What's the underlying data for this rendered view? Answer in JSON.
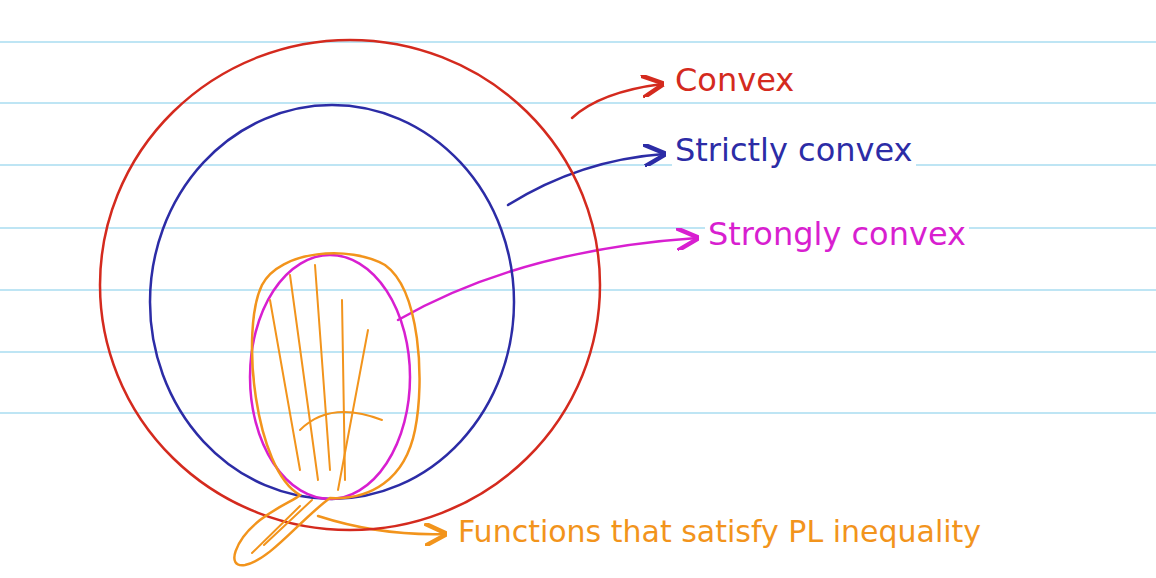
{
  "diagram": {
    "nodes": [
      {
        "text": [
          "Convex"
        ]
      },
      {
        "text": [
          "Strictly convex"
        ],
        "in": 0
      },
      {
        "text": [
          "Strongly convex"
        ],
        "in": 1
      },
      {
        "text": [
          "Functions that satisfy PL inequality"
        ]
      }
    ]
  }
}
